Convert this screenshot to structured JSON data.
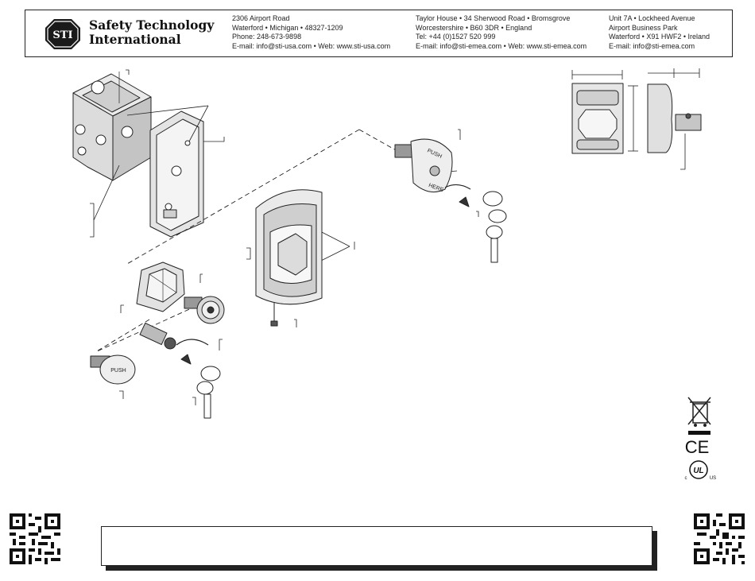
{
  "company": {
    "logo_text": "STI",
    "name_line1": "Safety Technology",
    "name_line2": "International"
  },
  "offices": [
    {
      "lines": [
        "2306 Airport Road",
        "Waterford • Michigan • 48327-1209",
        "Phone: 248-673-9898",
        "E-mail: info@sti-usa.com • Web: www.sti-usa.com"
      ]
    },
    {
      "lines": [
        "Taylor House • 34 Sherwood Road • Bromsgrove",
        "Worcestershire • B60 3DR • England",
        "Tel: +44 (0)1527 520 999",
        "E-mail: info@sti-emea.com • Web: www.sti-emea.com"
      ]
    },
    {
      "lines": [
        "Unit 7A • Lockheed Avenue",
        "Airport Business Park",
        "Waterford • X91 HWF2 • Ireland",
        "E-mail: info@sti-emea.com"
      ]
    }
  ],
  "button_text": {
    "push": "PUSH",
    "here": "HERE"
  },
  "certifications": {
    "ce": "CE",
    "ul": "UL",
    "ul_c": "c",
    "ul_us": "US"
  },
  "colors": {
    "line": "#222222",
    "fill_light": "#e8e8e8",
    "fill_mid": "#bdbdbd",
    "fill_dark": "#555555"
  }
}
